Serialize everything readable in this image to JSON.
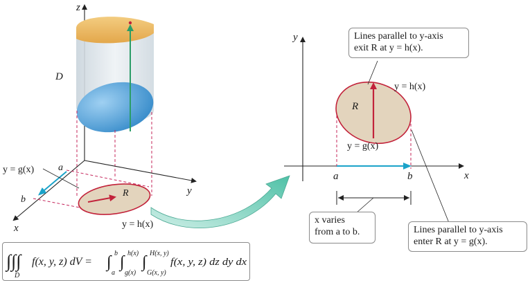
{
  "left_figure": {
    "axis_z": "z",
    "axis_y": "y",
    "axis_x": "x",
    "solid_label": "D",
    "region_label": "R",
    "point_a": "a",
    "point_b": "b",
    "lower_curve": "y = g(x)",
    "upper_curve": "y = h(x)"
  },
  "right_figure": {
    "axis_y": "y",
    "axis_x": "x",
    "region_label": "R",
    "upper_curve": "y = h(x)",
    "lower_curve": "y = g(x)",
    "point_a": "a",
    "point_b": "b",
    "callout_top": [
      "Lines parallel to y-axis",
      "exit R at y = h(x)."
    ],
    "callout_bottom": [
      "Lines parallel to y-axis",
      "enter R at y = g(x)."
    ],
    "callout_x": [
      "x varies",
      "from a to b."
    ]
  },
  "formula": {
    "integrand": "f(x, y, z) dV = ",
    "region": "D",
    "lim_b": "b",
    "lim_a": "a",
    "lim_h": "h(x)",
    "lim_g": "g(x)",
    "lim_H": "H(x, y)",
    "lim_G": "G(x, y)",
    "body": "f(x, y, z) dz dy dx"
  },
  "colors": {
    "cap_top": "#e9b85f",
    "cap_bottom": "#3f93cf",
    "region_fill": "#e3d4bd",
    "region_edge": "#c2223a",
    "green_arrow": "#2a9d67",
    "teal_arrow": "#1aa3c9",
    "transfer_arrow": "#5ec9b2",
    "guide_dash": "#c4245a"
  }
}
